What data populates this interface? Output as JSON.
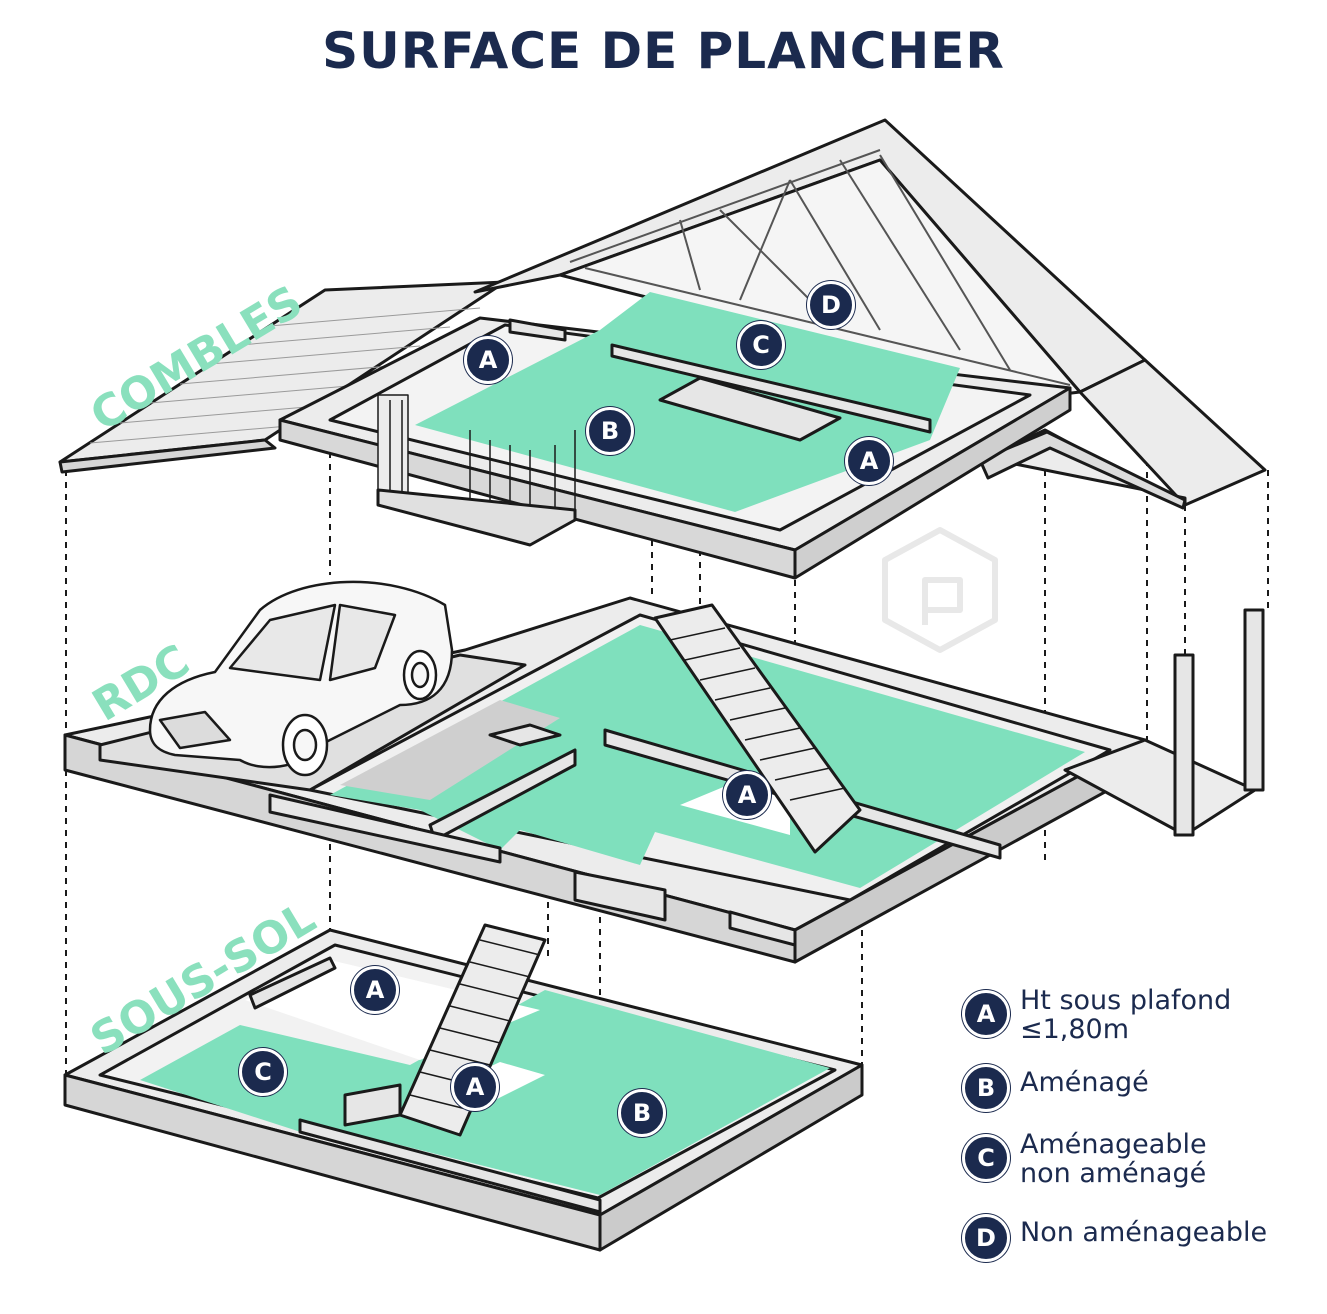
{
  "title": "SURFACE DE PLANCHER",
  "levels": {
    "combles": "COMBLES",
    "rdc": "RDC",
    "sous_sol": "SOUS-SOL"
  },
  "zone_letters": {
    "a": "A",
    "b": "B",
    "c": "C",
    "d": "D"
  },
  "legend": [
    {
      "letter": "A",
      "line1": "Ht sous plafond",
      "line2": "≤1,80m"
    },
    {
      "letter": "B",
      "line1": "Aménagé",
      "line2": ""
    },
    {
      "letter": "C",
      "line1": "Aménageable",
      "line2": "non aménagé"
    },
    {
      "letter": "D",
      "line1": "Non aménageable",
      "line2": ""
    }
  ],
  "colors": {
    "navy": "#1b2a4e",
    "mint": "#8ae0bd",
    "floor_green": "#7fe0bd",
    "wall_grey": "#e6e6e6",
    "outline": "#1a1a1a"
  },
  "icons": [
    "car-icon",
    "watermark-logo-icon",
    "staircase-icon",
    "roof-truss-icon"
  ]
}
